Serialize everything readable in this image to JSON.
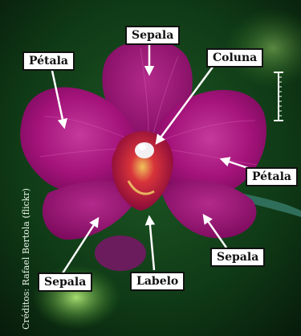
{
  "labels": {
    "sepala_top": "Sepala",
    "petala_left": "Pétala",
    "coluna": "Coluna",
    "petala_right": "Pétala",
    "sepala_right": "Sepala",
    "sepala_left": "Sepala",
    "labelo": "Labelo"
  },
  "credit": "Créditos: Rafael Bertola (flickr)",
  "colors": {
    "background": "#0b2a10",
    "petal": "#a8147a",
    "labelo": "#c2123f",
    "label_border": "#111111",
    "arrow": "#ffffff"
  }
}
